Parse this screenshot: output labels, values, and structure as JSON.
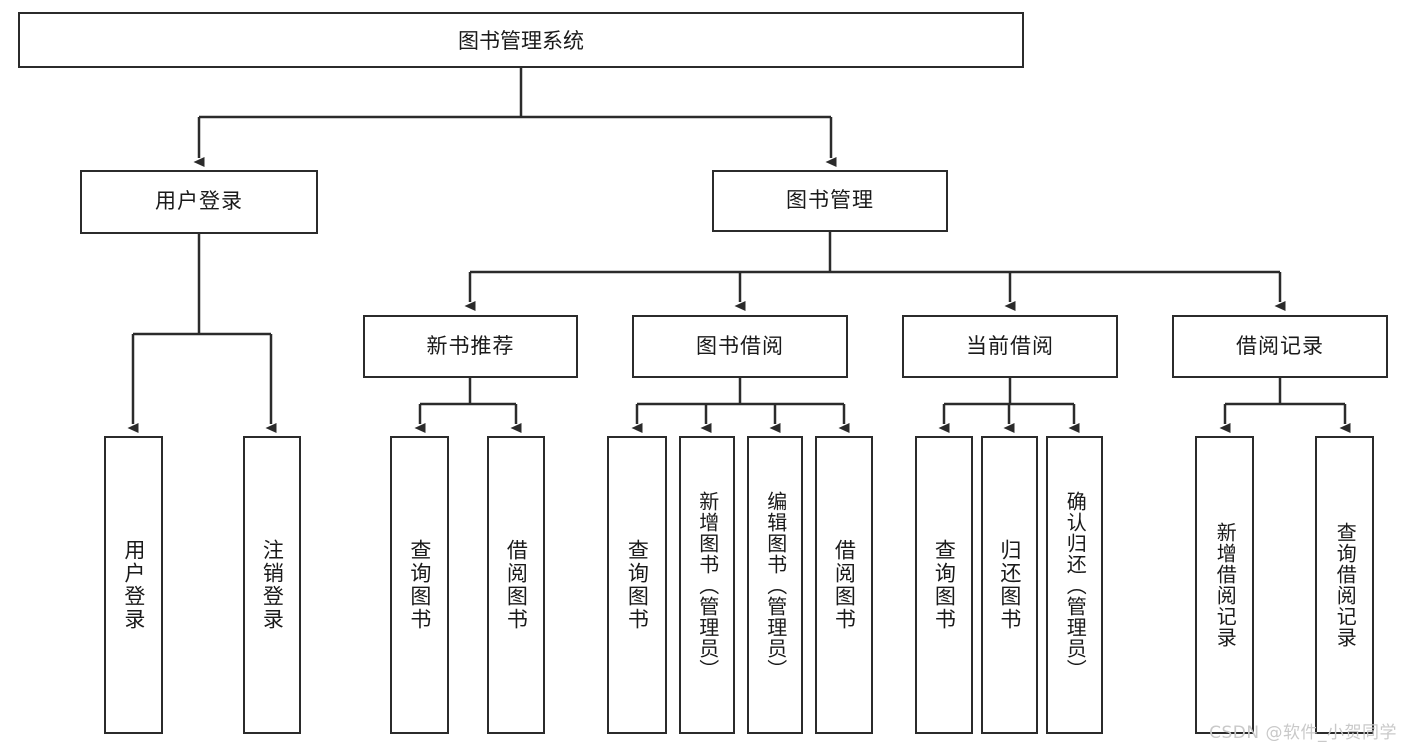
{
  "diagram": {
    "title": "图书管理系统",
    "type": "tree",
    "watermark": "CSDN @软件_小贺同学",
    "colors": {
      "stroke": "#2b2b2b",
      "fill": "#ffffff",
      "text": "#1a1a1a",
      "watermark": "#c9c9c9"
    },
    "root": {
      "label": "图书管理系统"
    },
    "level1": [
      {
        "label": "用户登录"
      },
      {
        "label": "图书管理"
      }
    ],
    "level2": [
      {
        "label": "新书推荐"
      },
      {
        "label": "图书借阅"
      },
      {
        "label": "当前借阅"
      },
      {
        "label": "借阅记录"
      }
    ],
    "leaves": {
      "user_login": [
        {
          "label": "用户登录"
        },
        {
          "label": "注销登录"
        }
      ],
      "new_book_recommend": [
        {
          "label": "查询图书"
        },
        {
          "label": "借阅图书"
        }
      ],
      "book_borrow": [
        {
          "label": "查询图书"
        },
        {
          "label": "新增图书（管理员）"
        },
        {
          "label": "编辑图书（管理员）"
        },
        {
          "label": "借阅图书"
        }
      ],
      "current_borrow": [
        {
          "label": "查询图书"
        },
        {
          "label": "归还图书"
        },
        {
          "label": "确认归还（管理员）"
        }
      ],
      "borrow_record": [
        {
          "label": "新增借阅记录"
        },
        {
          "label": "查询借阅记录"
        }
      ]
    }
  }
}
